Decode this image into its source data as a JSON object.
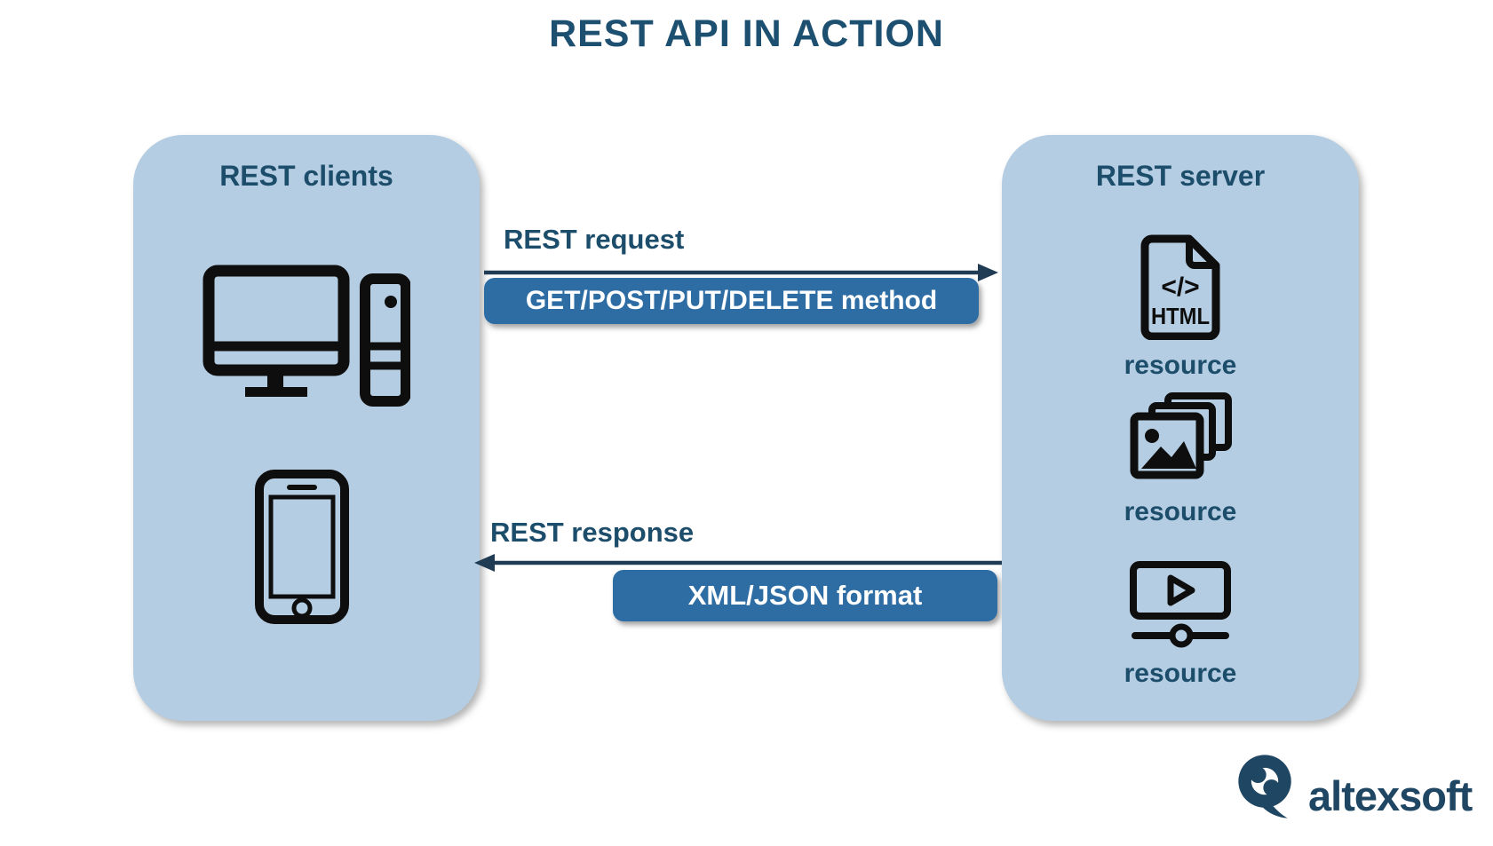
{
  "title": "REST API IN ACTION",
  "client_box": {
    "label": "REST clients",
    "icons": [
      {
        "name": "desktop-computer-icon"
      },
      {
        "name": "smartphone-icon"
      }
    ]
  },
  "server_box": {
    "label": "REST server",
    "resources": [
      {
        "icon": "html-file-icon",
        "label": "resource",
        "code_glyph": "</>",
        "file_type": "HTML"
      },
      {
        "icon": "image-stack-icon",
        "label": "resource"
      },
      {
        "icon": "video-player-icon",
        "label": "resource"
      }
    ]
  },
  "request_flow": {
    "label": "REST request",
    "badge": "GET/POST/PUT/DELETE method",
    "direction": "right"
  },
  "response_flow": {
    "label": "REST response",
    "badge": "XML/JSON format",
    "direction": "left"
  },
  "logo": {
    "text": "altexsoft"
  },
  "colors": {
    "box_bg": "#b5cde3",
    "badge_bg": "#2e6da4",
    "text_navy": "#1c4d6b",
    "arrow": "#203c54",
    "icon_ink": "#0e0e0e",
    "badge_text": "#ffffff"
  }
}
